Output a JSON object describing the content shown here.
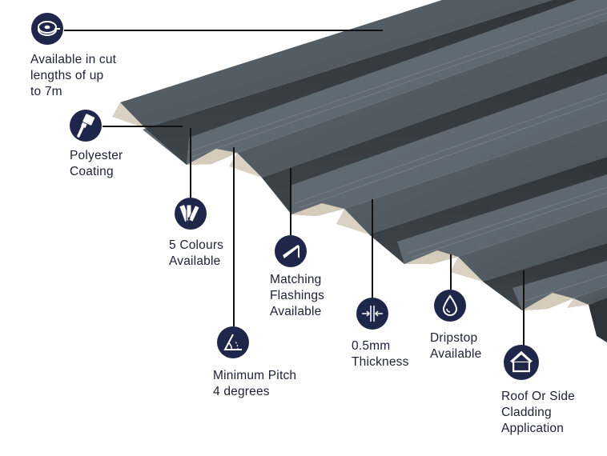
{
  "features": [
    {
      "id": "cut-lengths",
      "icon": "tape-measure-icon",
      "lines": [
        "Available in cut",
        "lengths of up",
        "to 7m"
      ]
    },
    {
      "id": "polyester-coating",
      "icon": "paint-brush-icon",
      "lines": [
        "Polyester",
        "Coating"
      ]
    },
    {
      "id": "colours",
      "icon": "colour-swatch-icon",
      "lines": [
        "5 Colours",
        "Available"
      ]
    },
    {
      "id": "flashings",
      "icon": "flashing-icon",
      "lines": [
        "Matching",
        "Flashings",
        "Available"
      ]
    },
    {
      "id": "pitch",
      "icon": "angle-icon",
      "lines": [
        "Minimum Pitch",
        "4 degrees"
      ]
    },
    {
      "id": "thickness",
      "icon": "thickness-icon",
      "lines": [
        "0.5mm",
        "Thickness"
      ]
    },
    {
      "id": "dripstop",
      "icon": "water-drop-icon",
      "lines": [
        "Dripstop",
        "Available"
      ]
    },
    {
      "id": "application",
      "icon": "house-icon",
      "lines": [
        "Roof Or Side",
        "Cladding",
        "Application"
      ]
    }
  ],
  "colors": {
    "icon_background": "#1e2749",
    "icon_foreground": "#ffffff",
    "text": "#1e2033",
    "sheet_dark": "#3a4148",
    "sheet_mid": "#525b62",
    "sheet_light": "#6a737a",
    "sheet_underside": "#d9d1c2",
    "leader_line": "#111111"
  }
}
